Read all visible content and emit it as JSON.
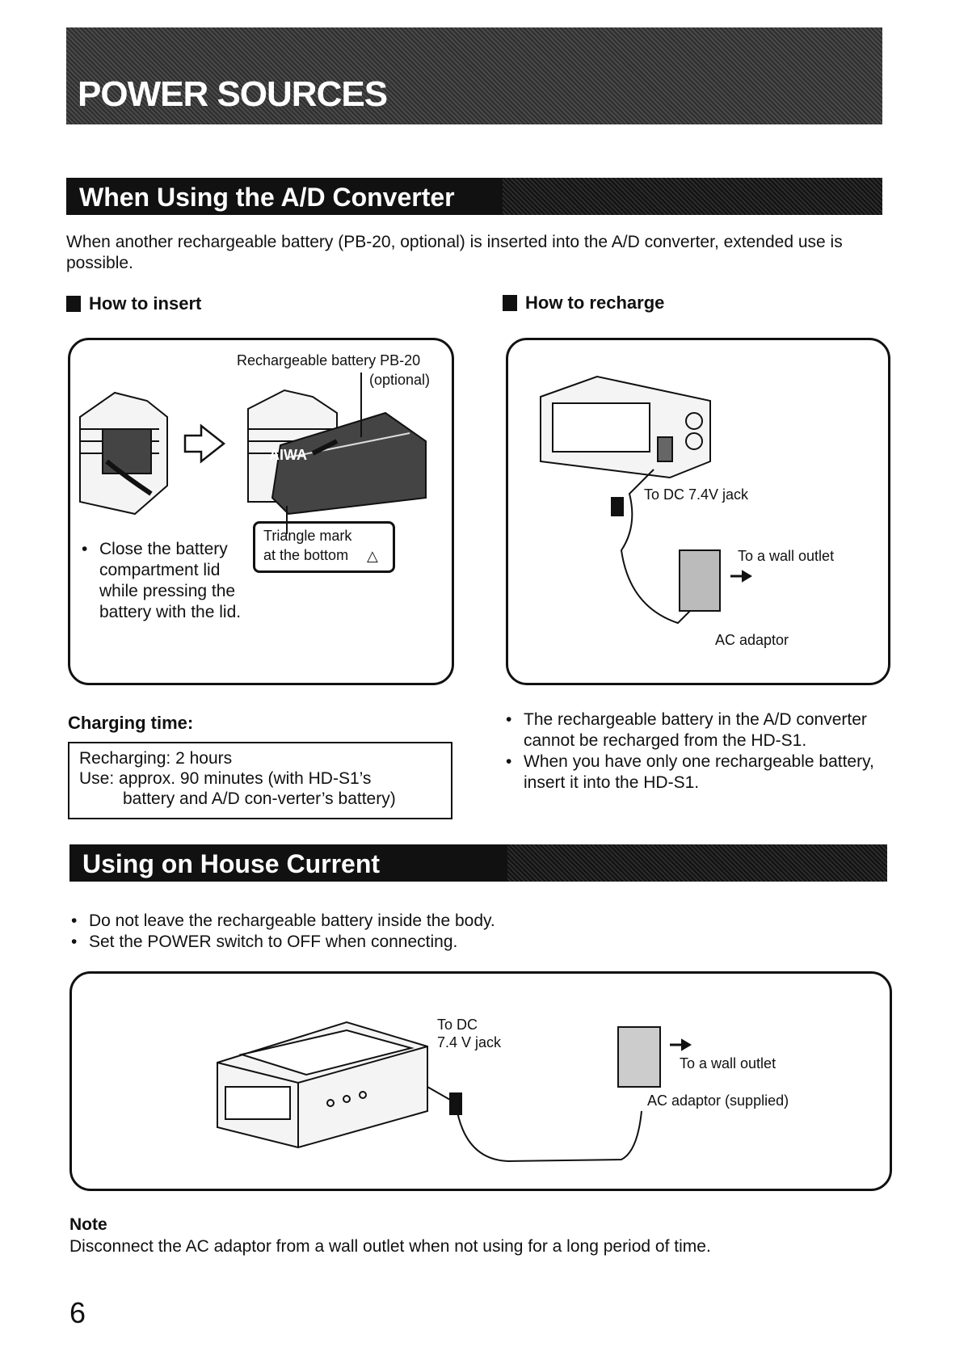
{
  "page_title": "POWER SOURCES",
  "section1": {
    "title": "When Using the A/D Converter",
    "intro": "When another rechargeable battery (PB-20, optional) is inserted into the A/D converter, extended use is possible.",
    "insert": {
      "heading": "How to insert",
      "battery_label_1": "Rechargeable battery PB-20",
      "battery_label_2": "(optional)",
      "triangle_1": "Triangle mark",
      "triangle_2": "at the bottom",
      "instruction": "Close the battery compartment lid while pressing the battery with the lid.",
      "logo_text": "AIWA"
    },
    "recharge": {
      "heading": "How to recharge",
      "dc_jack": "To DC 7.4V jack",
      "wall_outlet": "To a wall outlet",
      "ac_adaptor": "AC adaptor"
    },
    "charging": {
      "heading": "Charging time:",
      "line1": "Recharging: 2 hours",
      "line2": "Use: approx. 90 minutes (with HD-S1’s",
      "line3": "battery and A/D con-verter’s battery)"
    },
    "notes": [
      "The rechargeable battery in the A/D converter cannot be recharged from the HD-S1.",
      "When you have only one rechargeable battery, insert it into the HD-S1."
    ]
  },
  "section2": {
    "title": "Using on House Current",
    "bullets": [
      "Do not leave the rechargeable battery inside the body.",
      "Set the POWER switch to OFF when connecting."
    ],
    "dc_label_1": "To DC",
    "dc_label_2": "7.4 V jack",
    "wall_outlet": "To a wall outlet",
    "ac_adaptor": "AC adaptor (supplied)"
  },
  "note": {
    "heading": "Note",
    "text": "Disconnect the AC adaptor from a wall outlet when not using for a long period of time."
  },
  "page_number": "6"
}
